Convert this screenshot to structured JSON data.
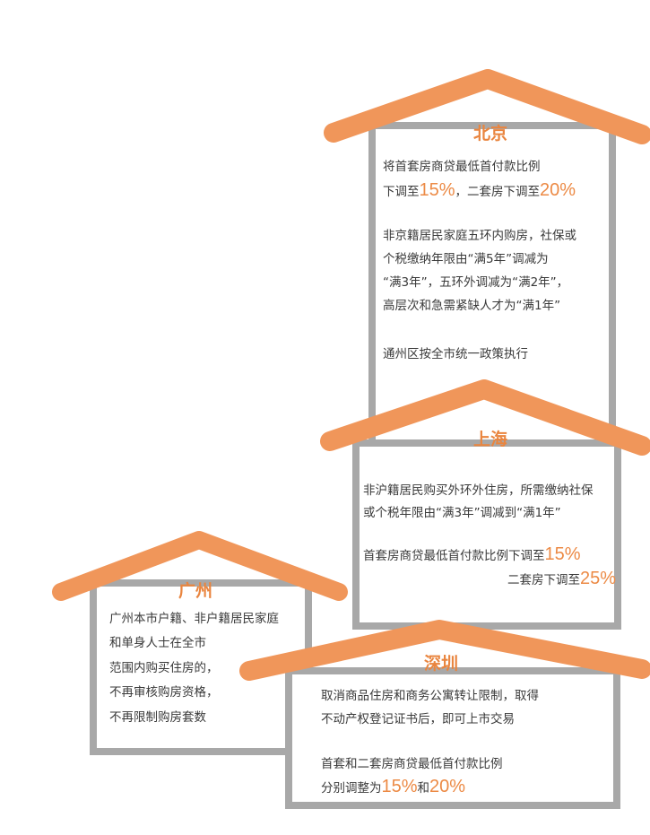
{
  "colors": {
    "roof": "#f0965a",
    "wall": "#a8a8a8",
    "accent": "#ec8a45",
    "text": "#3a3a3a"
  },
  "beijing": {
    "title": "北京",
    "lines": [
      [
        "将首套房商贷最低首付款比例"
      ],
      [
        "下调至",
        "15%",
        "，二套房下调至",
        "20%"
      ],
      [
        "非京籍居民家庭五环内购房，社保或"
      ],
      [
        "个税缴纳年限由“满5年”调减为"
      ],
      [
        "“满3年”，五环外调减为“满2年”，"
      ],
      [
        "高层次和急需紧缺人才为“满1年”"
      ],
      [
        "通州区按全市统一政策执行"
      ]
    ]
  },
  "shanghai": {
    "title": "上海",
    "lines": [
      [
        "非沪籍居民购买外环外住房，所需缴纳社保"
      ],
      [
        "或个税年限由“满3年”调减到“满1年”"
      ],
      [
        "首套房商贷最低首付款比例下调至",
        "15%"
      ],
      [
        "二套房下调至",
        "25%"
      ]
    ]
  },
  "guangzhou": {
    "title": "广州",
    "lines": [
      [
        "广州本市户籍、非户籍居民家庭"
      ],
      [
        "和单身人士在全市"
      ],
      [
        "范围内购买住房的，"
      ],
      [
        "不再审核购房资格，"
      ],
      [
        "不再限制购房套数"
      ]
    ]
  },
  "shenzhen": {
    "title": "深圳",
    "lines": [
      [
        "取消商品住房和商务公寓转让限制，取得"
      ],
      [
        "不动产权登记证书后，即可上市交易"
      ],
      [
        "首套和二套房商贷最低首付款比例"
      ],
      [
        "分别调整为",
        "15%",
        "和",
        "20%"
      ]
    ]
  }
}
